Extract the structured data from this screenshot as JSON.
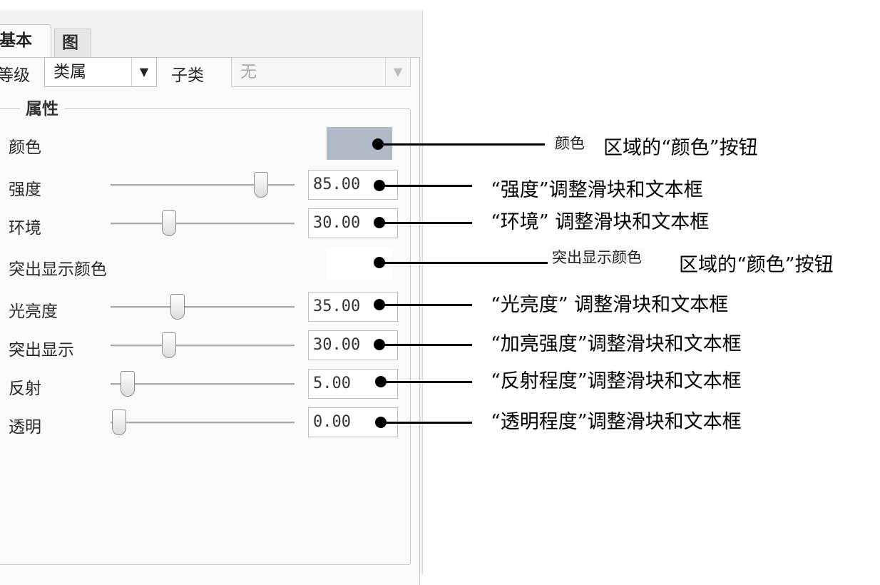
{
  "tabs": [
    {
      "label": "基本",
      "active": true
    },
    {
      "label": "图",
      "active": false
    }
  ],
  "header": {
    "level_label": "等级",
    "level_value": "类属",
    "subclass_label": "子类",
    "subclass_value": "无"
  },
  "group": {
    "title": "属性"
  },
  "properties": {
    "color_label": "颜色",
    "color_swatch": "#b0bac7",
    "intensity": {
      "label": "强度",
      "value": "85.00",
      "level": 85
    },
    "ambient": {
      "label": "环境",
      "value": "30.00",
      "level": 30
    },
    "highlight_color_label": "突出显示颜色",
    "highlight_swatch": "#ffffff",
    "shininess": {
      "label": "光亮度",
      "value": "35.00",
      "level": 35
    },
    "highlight": {
      "label": "突出显示",
      "value": "30.00",
      "level": 30
    },
    "reflection": {
      "label": "反射",
      "value": "5.00",
      "level": 5
    },
    "transparency": {
      "label": "透明",
      "value": "0.00",
      "level": 0
    }
  },
  "annotations": {
    "color_box": "颜色",
    "color_text": "区域的“颜色”按钮",
    "intensity_text": "“强度”调整滑块和文本框",
    "ambient_text": "“环境” 调整滑块和文本框",
    "highlight_color_box": "突出显示颜色",
    "highlight_color_text": "区域的“颜色”按钮",
    "shininess_text": "“光亮度” 调整滑块和文本框",
    "highlight_text": "“加亮强度”调整滑块和文本框",
    "reflection_text": "“反射程度”调整滑块和文本框",
    "transparency_text": "“透明程度”调整滑块和文本框"
  }
}
